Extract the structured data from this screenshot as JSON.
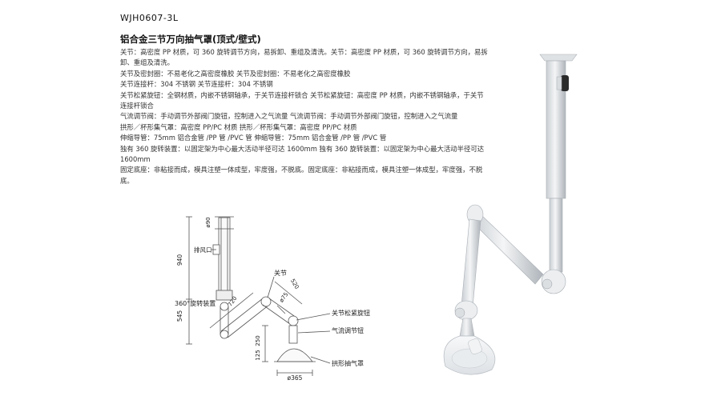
{
  "header": {
    "model": "WJH0607-3L",
    "title": "铝合金三节万向抽气罩(顶式/壁式)"
  },
  "specs": [
    "关节：高密度 PP 材质，可 360 旋转调节方向，易拆卸、重组及清洗。关节：高密度 PP 材质，可 360 旋转调节方向，易拆卸、重组及清洗。",
    "关节及密封圈：不易老化之高密度橡胶 关节及密封圈：不易老化之高密度橡胶",
    "关节连接杆：304 不锈钢 关节连接杆：304 不锈钢",
    "关节松紧旋钮：全钢材质，内嵌不锈钢轴承，于关节连接杆锁合 关节松紧旋钮：高密度 PP 材质，内嵌不锈钢轴承，于关节连接杆锁合",
    "气流调节阀：手动调节外部阀门旋钮，控制进入之气流量 气流调节阀：手动调节外部阀门旋钮，控制进入之气流量",
    "拱形／杯形集气罩：高密度 PP/PC 材质 拱形／杯形集气罩：高密度 PP/PC 材质",
    "伸缩导管：75mm 铝合金管 /PP 管 /PVC 管 伸缩导管：75mm 铝合金管 /PP 管 /PVC 管",
    "独有 360 旋转装置：以固定架为中心最大活动半径可达 1600mm 独有 360 旋转装置：以固定架为中心最大活动半径可达 1600mm",
    "固定底座：非粘接而成，模具注塑一体成型，牢度强，不脱底。固定底座：非粘接而成，模具注塑一体成型，牢度强，不脱底。"
  ],
  "diagram": {
    "dims": {
      "d90": "ø90",
      "h940": "940",
      "h545": "545",
      "l720": "720",
      "l520": "520",
      "d75": "ø75",
      "h250": "250",
      "h125": "125",
      "d365": "ø365"
    },
    "labels": {
      "exhaust_port": "排风口",
      "rotation_device": "360°旋转装置",
      "joint": "关节",
      "joint_knob": "关节松紧旋钮",
      "airflow_knob": "气流调节钮",
      "arch_hood": "拱形抽气罩"
    }
  },
  "colors": {
    "metal_light": "#e8eaec",
    "metal_dark": "#9aa0a6",
    "hood": "#eef0f2",
    "knob_dark": "#2b2b2b"
  }
}
